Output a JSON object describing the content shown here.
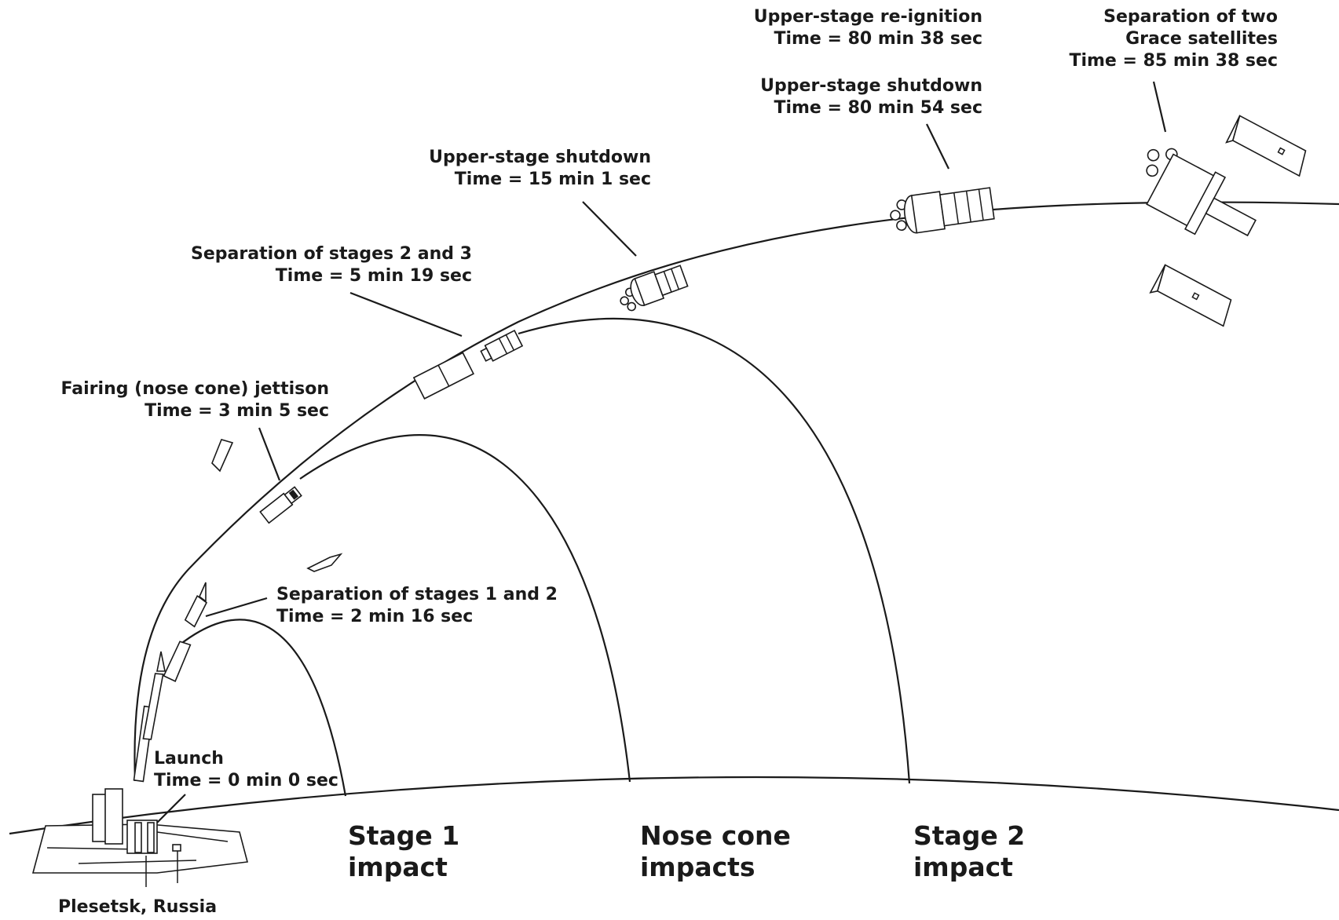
{
  "events": [
    {
      "id": "launch",
      "title": "Launch",
      "time": "Time = 0 min 0 sec"
    },
    {
      "id": "sep12",
      "title": "Separation of stages 1 and 2",
      "time": "Time = 2 min 16 sec"
    },
    {
      "id": "fairing",
      "title": "Fairing (nose cone) jettison",
      "time": "Time = 3 min 5 sec"
    },
    {
      "id": "sep23",
      "title": "Separation of stages 2 and 3",
      "time": "Time = 5 min 19 sec"
    },
    {
      "id": "shutdown1",
      "title": "Upper-stage shutdown",
      "time": "Time = 15 min 1 sec"
    },
    {
      "id": "reignition",
      "title": "Upper-stage re-ignition",
      "time": "Time = 80 min 38 sec"
    },
    {
      "id": "shutdown2",
      "title": "Upper-stage shutdown",
      "time": "Time = 80 min 54 sec"
    },
    {
      "id": "satsep",
      "title_line1": "Separation of two",
      "title_line2": "Grace satellites",
      "time": "Time = 85 min 38 sec"
    }
  ],
  "impacts": {
    "stage1": {
      "line1": "Stage 1",
      "line2": "impact"
    },
    "nosecone": {
      "line1": "Nose cone",
      "line2": "impacts"
    },
    "stage2": {
      "line1": "Stage 2",
      "line2": "impact"
    }
  },
  "launch_site": "Plesetsk, Russia"
}
